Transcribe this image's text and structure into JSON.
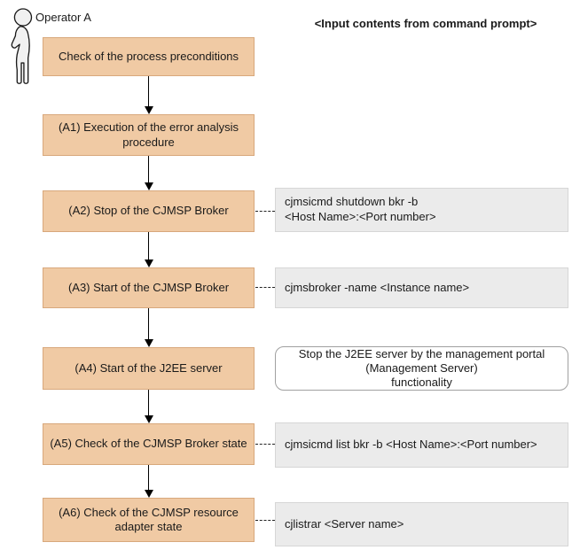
{
  "header": {
    "operator_label": "Operator A",
    "right_title": "<Input contents from command prompt>"
  },
  "colors": {
    "step_fill": "#F0CAA4",
    "step_border": "#D8A87C",
    "command_fill": "#EBEBEB",
    "command_border": "#D6D6D6",
    "note_fill": "#FFFFFF",
    "note_border": "#A0A0A0",
    "connector": "#000000"
  },
  "icons": {
    "operator": "person-icon"
  },
  "steps": [
    {
      "label": "Check of the process preconditions"
    },
    {
      "label": "(A1) Execution of the error analysis procedure"
    },
    {
      "label": "(A2) Stop of the CJMSP Broker",
      "command": "cjmsicmd shutdown bkr -b\n<Host Name>:<Port number>"
    },
    {
      "label": "(A3) Start of the CJMSP Broker",
      "command": "cjmsbroker -name <Instance name>"
    },
    {
      "label": "(A4) Start of the J2EE server",
      "note": "Stop the J2EE server by the management portal\n(Management Server)\nfunctionality"
    },
    {
      "label": "(A5) Check of the CJMSP Broker state",
      "command": "cjmsicmd list bkr -b <Host Name>:<Port number>"
    },
    {
      "label": "(A6) Check of the CJMSP resource adapter state",
      "command": "cjlistrar <Server name>"
    }
  ]
}
